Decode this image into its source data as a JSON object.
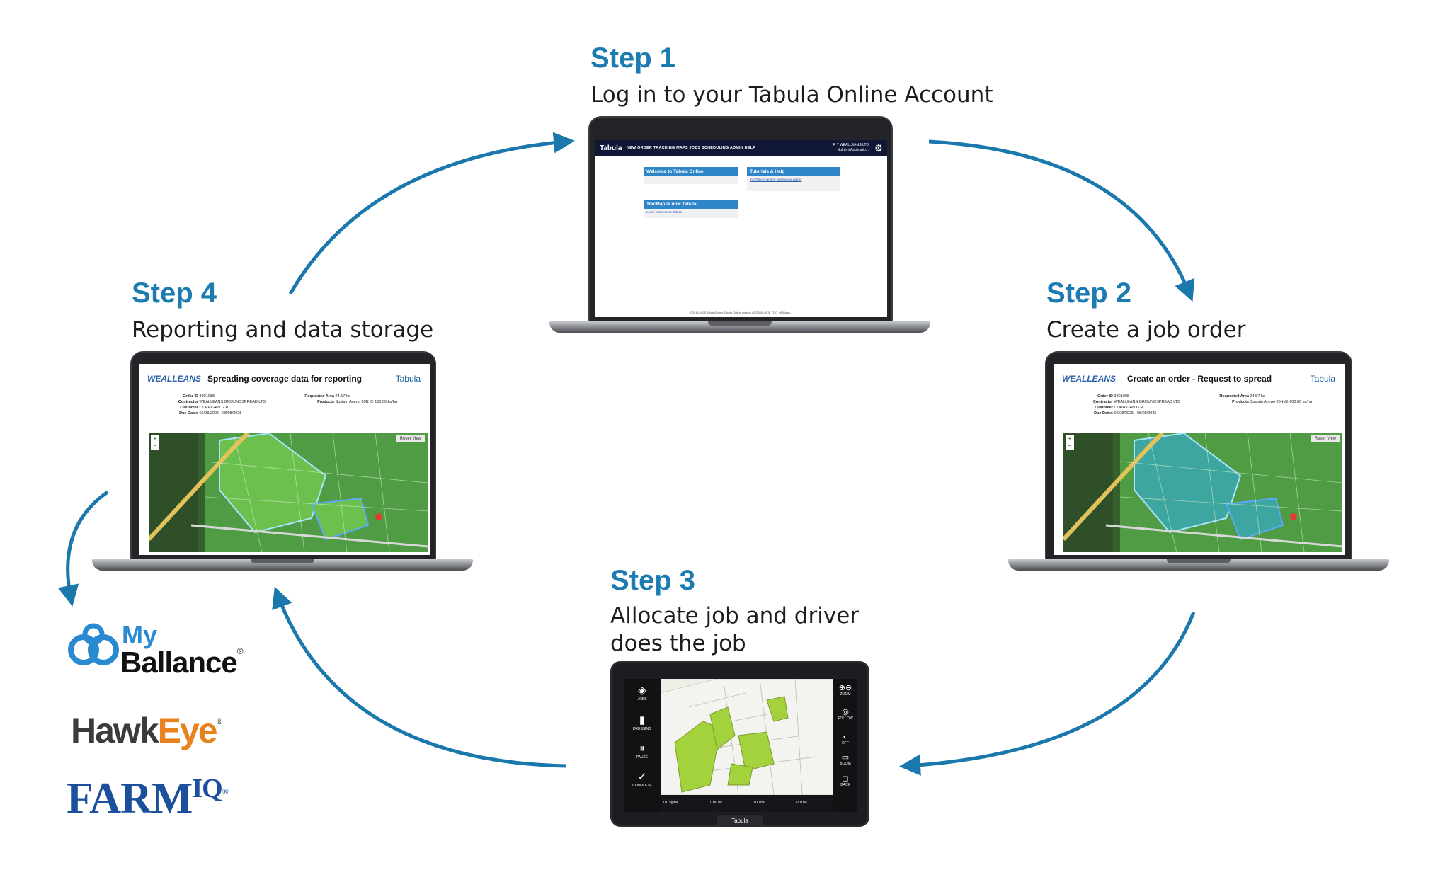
{
  "steps": {
    "s1": {
      "title": "Step 1",
      "desc": "Log in to your Tabula Online Account"
    },
    "s2": {
      "title": "Step 2",
      "desc": "Create a job order"
    },
    "s3": {
      "title": "Step 3",
      "desc_line1": "Allocate job and driver",
      "desc_line2": "does the job"
    },
    "s4": {
      "title": "Step 4",
      "desc": "Reporting and data storage"
    }
  },
  "colors": {
    "accent": "#1c7bb0",
    "arrow": "#1a78ad"
  },
  "tabula_online": {
    "logo": "Tabula",
    "nav": "NEW ORDER  TRACKING  MAPS  JOBS  SCHEDULING  ADMIN  HELP",
    "account_line1": "R T WEALLEANS LTD",
    "account_line2": "Nutrient Applicatio...",
    "cards": [
      {
        "title": "Welcome to Tabula Online",
        "link": ""
      },
      {
        "title": "Tutorials & Help",
        "link": "YouTube channel - instruction videos"
      },
      {
        "title": "TracMap is now Tabula",
        "link": "Learn more about Tabula"
      }
    ],
    "footer": "©2016-2025 TabulaOnline Tabula Online version v2025.08.05.5_TDO_6980aaa..."
  },
  "report_step4": {
    "logo": "WEALLEANS",
    "title": "Spreading coverage data for reporting",
    "brand": "Tabula",
    "order_id_label": "Order ID",
    "order_id": "3801088",
    "contractor_label": "Contractor",
    "contractor": "WEALLEANS GROUNDSPREAD LTD",
    "customer_label": "Customer",
    "customer": "CORRIGAN G R",
    "due_label": "Due Dates",
    "due": "06/08/2025 - 08/08/2025",
    "area_label": "Requested Area",
    "area": "24.57 ha",
    "products_label": "Products",
    "products": "Sustain Ammo 30N @ 100.00 kg/ha",
    "reset": "Reset View"
  },
  "report_step2": {
    "logo": "WEALLEANS",
    "title": "Create an order - Request to spread",
    "brand": "Tabula",
    "order_id_label": "Order ID",
    "order_id": "3801088",
    "contractor_label": "Contractor",
    "contractor": "WEALLEANS GROUNDSPREAD LTD",
    "customer_label": "Customer",
    "customer": "CORRIGAN G R",
    "due_label": "Due Dates",
    "due": "06/08/2025 - 08/08/2025",
    "area_label": "Requested Area",
    "area": "24.57 ha",
    "products_label": "Products",
    "products": "Sustain Ammo 30N @ 100.00 kg/ha",
    "reset": "Reset View"
  },
  "tablet": {
    "side": [
      "JOBS",
      "DRESSING",
      "PAUSE",
      "COMPLETE"
    ],
    "right": [
      "ZOOM",
      "FOLLOW",
      "OFF",
      "BOOM",
      "BACK"
    ],
    "bottom_rate": "0.0 kg/ha",
    "bottom_a": "0.00 ha",
    "bottom_b": "0.00 ha",
    "bottom_c": "23.0 ha",
    "brand": "Tabula"
  },
  "partners": {
    "myballance_my": "My",
    "myballance_name": "Ballance",
    "hawkeye_a": "Hawk",
    "hawkeye_b": "Eye",
    "farmiq_a": "FARM",
    "farmiq_b": "IQ",
    "registered": "®"
  }
}
